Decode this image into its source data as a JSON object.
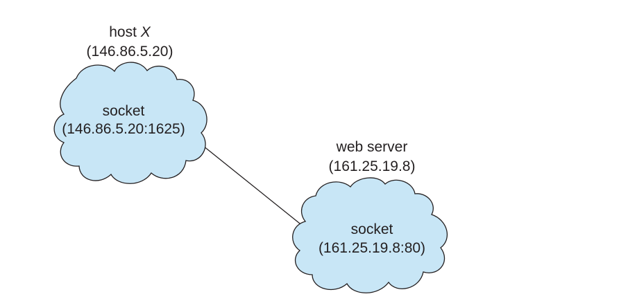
{
  "host": {
    "name_prefix": "host",
    "name_var": "X",
    "address": "(146.86.5.20)",
    "socket_label": "socket",
    "socket_address": "(146.86.5.20:1625)"
  },
  "server": {
    "name": "web server",
    "address": "(161.25.19.8)",
    "socket_label": "socket",
    "socket_address": "(161.25.19.8:80)"
  },
  "colors": {
    "cloud_fill": "#c8e6f6",
    "cloud_stroke": "#231f20",
    "connection_line": "#231f20",
    "text": "#231f20"
  }
}
